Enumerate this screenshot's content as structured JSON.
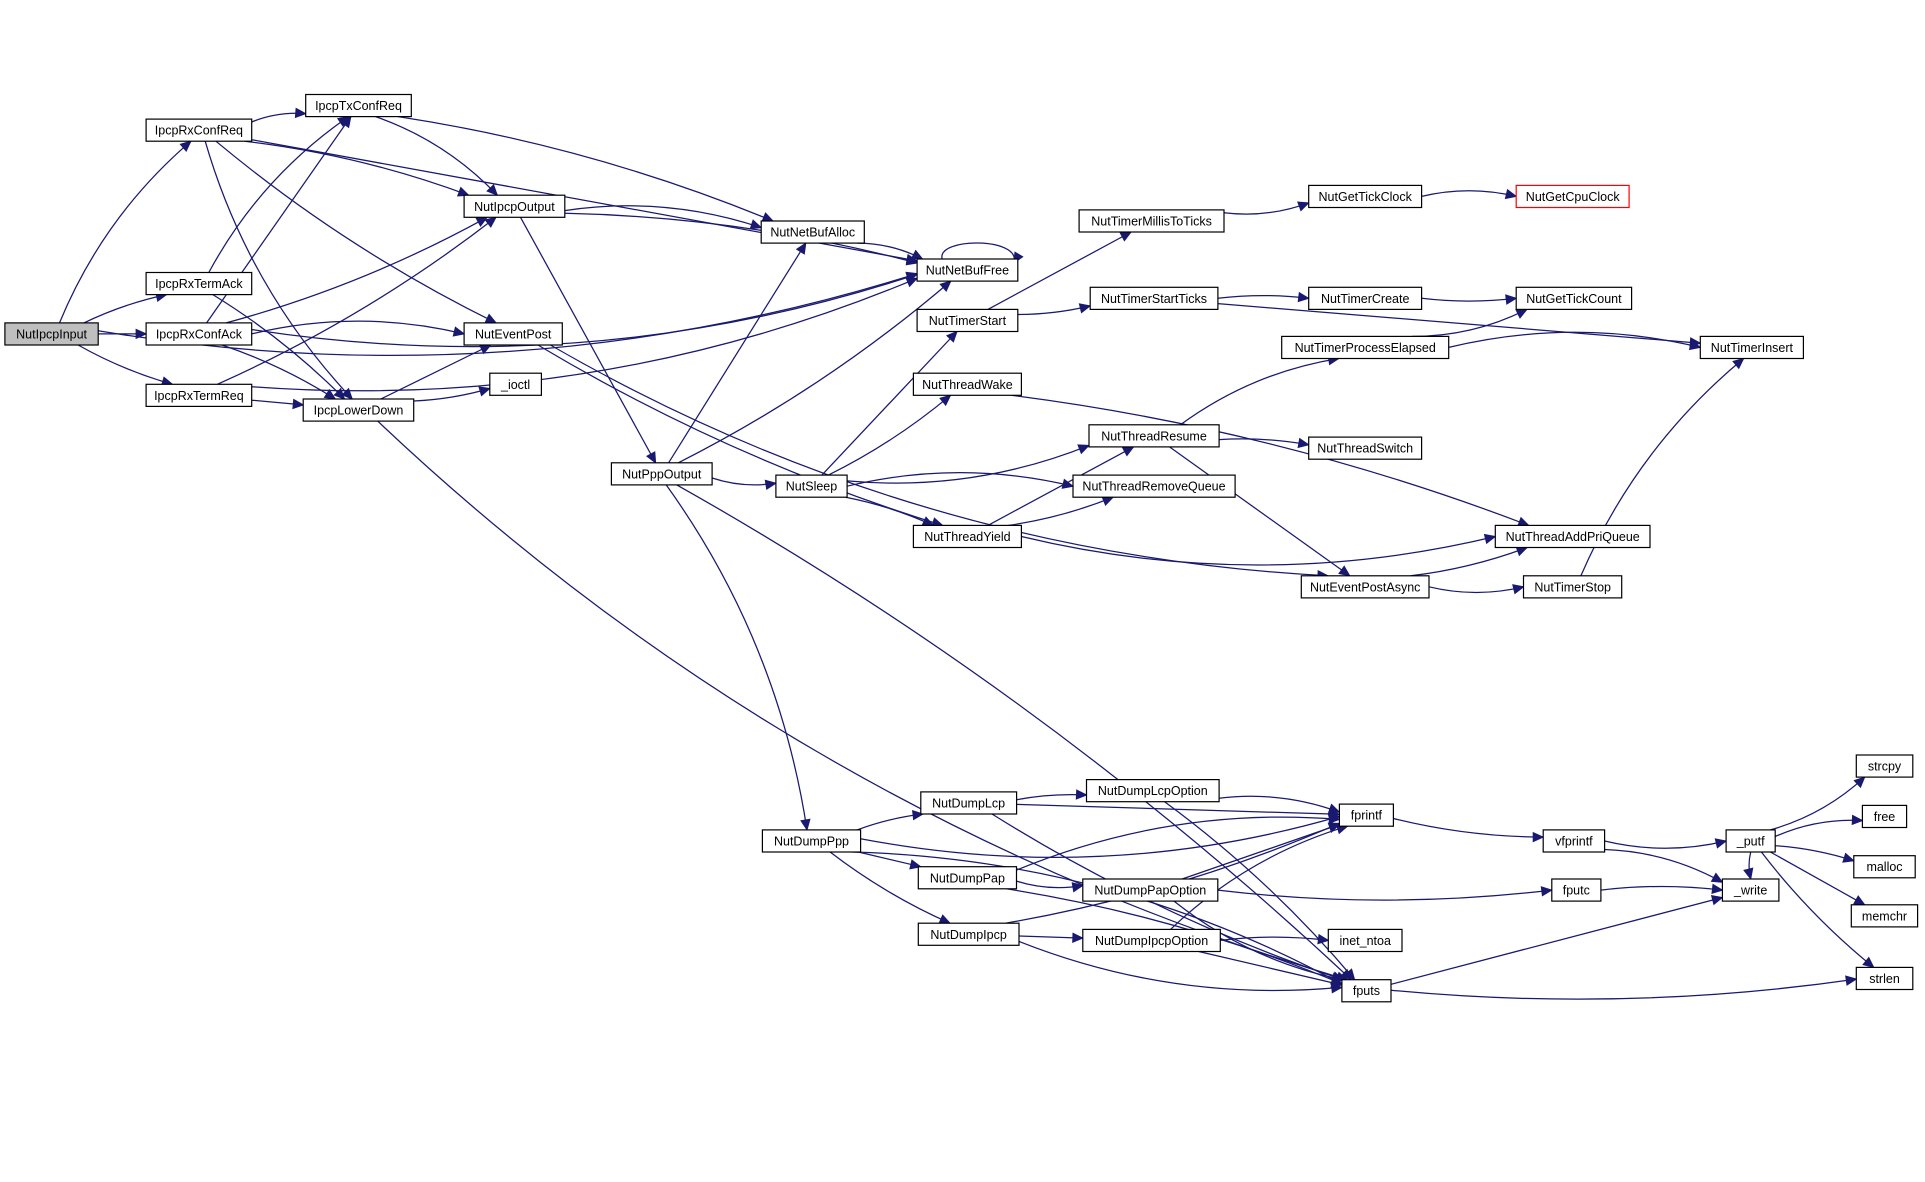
{
  "graph": {
    "nodes": [
      {
        "id": "NutIpcpInput",
        "label": "NutIpcpInput",
        "kind": "root"
      },
      {
        "id": "IpcpRxConfReq",
        "label": "IpcpRxConfReq"
      },
      {
        "id": "IpcpTxConfReq",
        "label": "IpcpTxConfReq"
      },
      {
        "id": "IpcpRxTermAck",
        "label": "IpcpRxTermAck"
      },
      {
        "id": "IpcpRxConfAck",
        "label": "IpcpRxConfAck"
      },
      {
        "id": "IpcpRxTermReq",
        "label": "IpcpRxTermReq"
      },
      {
        "id": "IpcpLowerDown",
        "label": "IpcpLowerDown"
      },
      {
        "id": "NutIpcpOutput",
        "label": "NutIpcpOutput"
      },
      {
        "id": "NutEventPost",
        "label": "NutEventPost"
      },
      {
        "id": "_ioctl",
        "label": "_ioctl"
      },
      {
        "id": "NutPppOutput",
        "label": "NutPppOutput"
      },
      {
        "id": "NutNetBufAlloc",
        "label": "NutNetBufAlloc"
      },
      {
        "id": "NutNetBufFree",
        "label": "NutNetBufFree"
      },
      {
        "id": "NutTimerStart",
        "label": "NutTimerStart"
      },
      {
        "id": "NutThreadWake",
        "label": "NutThreadWake"
      },
      {
        "id": "NutSleep",
        "label": "NutSleep"
      },
      {
        "id": "NutThreadYield",
        "label": "NutThreadYield"
      },
      {
        "id": "NutTimerMillisToTicks",
        "label": "NutTimerMillisToTicks"
      },
      {
        "id": "NutGetTickClock",
        "label": "NutGetTickClock"
      },
      {
        "id": "NutGetCpuClock",
        "label": "NutGetCpuClock",
        "kind": "red"
      },
      {
        "id": "NutTimerStartTicks",
        "label": "NutTimerStartTicks"
      },
      {
        "id": "NutTimerCreate",
        "label": "NutTimerCreate"
      },
      {
        "id": "NutGetTickCount",
        "label": "NutGetTickCount"
      },
      {
        "id": "NutTimerProcessElapsed",
        "label": "NutTimerProcessElapsed"
      },
      {
        "id": "NutTimerInsert",
        "label": "NutTimerInsert"
      },
      {
        "id": "NutThreadResume",
        "label": "NutThreadResume"
      },
      {
        "id": "NutThreadSwitch",
        "label": "NutThreadSwitch"
      },
      {
        "id": "NutThreadRemoveQueue",
        "label": "NutThreadRemoveQueue"
      },
      {
        "id": "NutThreadAddPriQueue",
        "label": "NutThreadAddPriQueue"
      },
      {
        "id": "NutEventPostAsync",
        "label": "NutEventPostAsync"
      },
      {
        "id": "NutTimerStop",
        "label": "NutTimerStop"
      },
      {
        "id": "NutDumpPpp",
        "label": "NutDumpPpp"
      },
      {
        "id": "NutDumpLcp",
        "label": "NutDumpLcp"
      },
      {
        "id": "NutDumpPap",
        "label": "NutDumpPap"
      },
      {
        "id": "NutDumpIpcp",
        "label": "NutDumpIpcp"
      },
      {
        "id": "NutDumpLcpOption",
        "label": "NutDumpLcpOption"
      },
      {
        "id": "NutDumpPapOption",
        "label": "NutDumpPapOption"
      },
      {
        "id": "NutDumpIpcpOption",
        "label": "NutDumpIpcpOption"
      },
      {
        "id": "fprintf",
        "label": "fprintf"
      },
      {
        "id": "fputc",
        "label": "fputc"
      },
      {
        "id": "inet_ntoa",
        "label": "inet_ntoa"
      },
      {
        "id": "fputs",
        "label": "fputs"
      },
      {
        "id": "vfprintf",
        "label": "vfprintf"
      },
      {
        "id": "_putf",
        "label": "_putf"
      },
      {
        "id": "_write",
        "label": "_write"
      },
      {
        "id": "strcpy",
        "label": "strcpy"
      },
      {
        "id": "free",
        "label": "free"
      },
      {
        "id": "malloc",
        "label": "malloc"
      },
      {
        "id": "memchr",
        "label": "memchr"
      },
      {
        "id": "strlen",
        "label": "strlen"
      }
    ],
    "edges": [
      [
        "NutIpcpInput",
        "IpcpRxConfReq"
      ],
      [
        "NutIpcpInput",
        "IpcpRxTermAck"
      ],
      [
        "NutIpcpInput",
        "IpcpRxConfAck"
      ],
      [
        "NutIpcpInput",
        "IpcpRxTermReq"
      ],
      [
        "NutIpcpInput",
        "NutNetBufFree"
      ],
      [
        "IpcpRxConfReq",
        "IpcpTxConfReq"
      ],
      [
        "IpcpRxConfReq",
        "NutIpcpOutput"
      ],
      [
        "IpcpRxConfReq",
        "NutNetBufFree"
      ],
      [
        "IpcpRxConfReq",
        "NutEventPost"
      ],
      [
        "IpcpRxConfReq",
        "IpcpLowerDown"
      ],
      [
        "IpcpRxTermAck",
        "IpcpTxConfReq"
      ],
      [
        "IpcpRxTermAck",
        "IpcpLowerDown"
      ],
      [
        "IpcpRxConfAck",
        "IpcpTxConfReq"
      ],
      [
        "IpcpRxConfAck",
        "NutIpcpOutput"
      ],
      [
        "IpcpRxConfAck",
        "NutNetBufFree"
      ],
      [
        "IpcpRxConfAck",
        "NutEventPost"
      ],
      [
        "IpcpRxConfAck",
        "IpcpLowerDown"
      ],
      [
        "IpcpRxTermReq",
        "IpcpLowerDown"
      ],
      [
        "IpcpRxTermReq",
        "NutIpcpOutput"
      ],
      [
        "IpcpRxTermReq",
        "NutNetBufFree"
      ],
      [
        "IpcpTxConfReq",
        "NutIpcpOutput"
      ],
      [
        "IpcpTxConfReq",
        "NutNetBufAlloc"
      ],
      [
        "IpcpLowerDown",
        "NutEventPost"
      ],
      [
        "IpcpLowerDown",
        "_ioctl"
      ],
      [
        "IpcpLowerDown",
        "fputs"
      ],
      [
        "NutIpcpOutput",
        "NutNetBufAlloc"
      ],
      [
        "NutIpcpOutput",
        "NutNetBufFree"
      ],
      [
        "NutIpcpOutput",
        "NutPppOutput"
      ],
      [
        "NutEventPost",
        "NutThreadYield"
      ],
      [
        "NutEventPost",
        "NutEventPostAsync"
      ],
      [
        "NutNetBufAlloc",
        "NutNetBufFree"
      ],
      [
        "NutNetBufFree",
        "NutNetBufFree"
      ],
      [
        "NutPppOutput",
        "NutNetBufAlloc"
      ],
      [
        "NutPppOutput",
        "NutNetBufFree"
      ],
      [
        "NutPppOutput",
        "NutSleep"
      ],
      [
        "NutPppOutput",
        "NutDumpPpp"
      ],
      [
        "NutPppOutput",
        "fputs"
      ],
      [
        "NutSleep",
        "NutTimerStart"
      ],
      [
        "NutSleep",
        "NutThreadWake"
      ],
      [
        "NutSleep",
        "NutThreadResume"
      ],
      [
        "NutSleep",
        "NutThreadRemoveQueue"
      ],
      [
        "NutSleep",
        "NutThreadYield"
      ],
      [
        "NutTimerStart",
        "NutTimerMillisToTicks"
      ],
      [
        "NutTimerStart",
        "NutTimerStartTicks"
      ],
      [
        "NutTimerMillisToTicks",
        "NutGetTickClock"
      ],
      [
        "NutGetTickClock",
        "NutGetCpuClock"
      ],
      [
        "NutTimerStartTicks",
        "NutTimerCreate"
      ],
      [
        "NutTimerStartTicks",
        "NutTimerInsert"
      ],
      [
        "NutTimerCreate",
        "NutGetTickCount"
      ],
      [
        "NutTimerProcessElapsed",
        "NutGetTickCount"
      ],
      [
        "NutTimerProcessElapsed",
        "NutTimerInsert"
      ],
      [
        "NutThreadWake",
        "NutThreadAddPriQueue"
      ],
      [
        "NutThreadYield",
        "NutThreadResume"
      ],
      [
        "NutThreadYield",
        "NutThreadRemoveQueue"
      ],
      [
        "NutThreadYield",
        "NutThreadAddPriQueue"
      ],
      [
        "NutThreadResume",
        "NutTimerProcessElapsed"
      ],
      [
        "NutThreadResume",
        "NutThreadSwitch"
      ],
      [
        "NutThreadResume",
        "NutEventPostAsync"
      ],
      [
        "NutEventPostAsync",
        "NutThreadAddPriQueue"
      ],
      [
        "NutEventPostAsync",
        "NutTimerStop"
      ],
      [
        "NutTimerStop",
        "NutTimerInsert"
      ],
      [
        "NutDumpPpp",
        "NutDumpLcp"
      ],
      [
        "NutDumpPpp",
        "NutDumpPap"
      ],
      [
        "NutDumpPpp",
        "NutDumpIpcp"
      ],
      [
        "NutDumpPpp",
        "fprintf"
      ],
      [
        "NutDumpPpp",
        "fputs"
      ],
      [
        "NutDumpLcp",
        "NutDumpLcpOption"
      ],
      [
        "NutDumpLcp",
        "fprintf"
      ],
      [
        "NutDumpLcp",
        "fputs"
      ],
      [
        "NutDumpPap",
        "NutDumpPapOption"
      ],
      [
        "NutDumpPap",
        "fprintf"
      ],
      [
        "NutDumpPap",
        "fputs"
      ],
      [
        "NutDumpIpcp",
        "NutDumpIpcpOption"
      ],
      [
        "NutDumpIpcp",
        "fprintf"
      ],
      [
        "NutDumpIpcp",
        "fputs"
      ],
      [
        "NutDumpLcpOption",
        "fprintf"
      ],
      [
        "NutDumpLcpOption",
        "fputs"
      ],
      [
        "NutDumpPapOption",
        "fprintf"
      ],
      [
        "NutDumpPapOption",
        "fputc"
      ],
      [
        "NutDumpPapOption",
        "fputs"
      ],
      [
        "NutDumpIpcpOption",
        "fprintf"
      ],
      [
        "NutDumpIpcpOption",
        "inet_ntoa"
      ],
      [
        "NutDumpIpcpOption",
        "fputs"
      ],
      [
        "fprintf",
        "vfprintf"
      ],
      [
        "vfprintf",
        "_putf"
      ],
      [
        "vfprintf",
        "_write"
      ],
      [
        "fputc",
        "_write"
      ],
      [
        "fputs",
        "_write"
      ],
      [
        "fputs",
        "strlen"
      ],
      [
        "_putf",
        "strcpy"
      ],
      [
        "_putf",
        "free"
      ],
      [
        "_putf",
        "malloc"
      ],
      [
        "_putf",
        "memchr"
      ],
      [
        "_putf",
        "strlen"
      ],
      [
        "_putf",
        "_write"
      ]
    ]
  }
}
